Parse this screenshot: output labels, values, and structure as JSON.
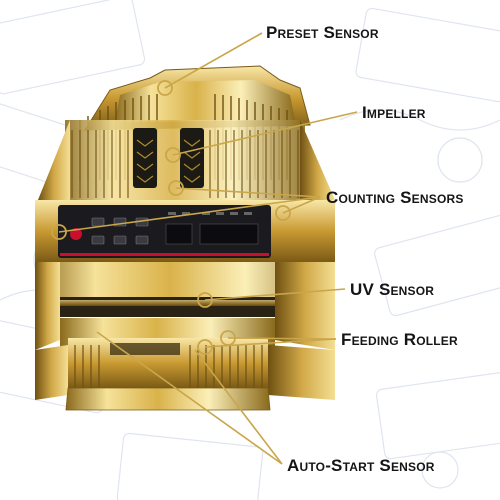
{
  "callouts": {
    "preset_sensor": "Preset Sensor",
    "impeller": "Impeller",
    "counting_sensors": "Counting Sensors",
    "uv_sensor": "UV Sensor",
    "feeding_roller": "Feeding Roller",
    "auto_start_sensor": "Auto-Start Sensor"
  },
  "colors": {
    "gold_light": "#f6e29a",
    "gold_mid": "#d9b24a",
    "gold_dark": "#8a6a1c",
    "panel": "#1b1b1f",
    "panel_display": "#c8102e",
    "leader_line": "#c9a64a",
    "background_pattern": "#dfe5ef"
  }
}
